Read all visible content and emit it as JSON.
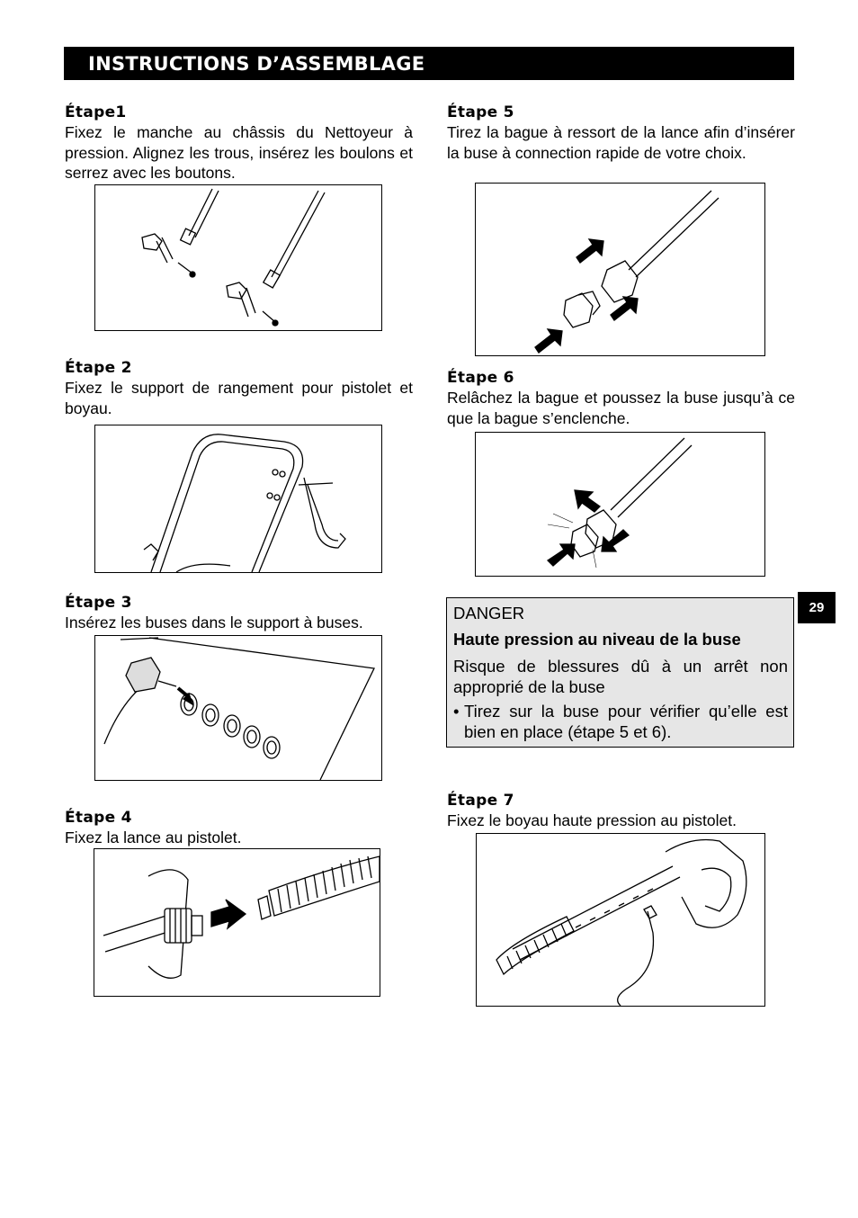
{
  "header": {
    "title": "INSTRUCTIONS D’ASSEMBLAGE"
  },
  "page_number": "29",
  "steps": [
    {
      "title": "Étape1",
      "text": "Fixez le manche au châssis du Nettoyeur à pression. Alignez les trous, insérez les boulons et serrez avec les boutons."
    },
    {
      "title": "Étape 2",
      "text": "Fixez le support de rangement pour pistolet et boyau."
    },
    {
      "title": "Étape 3",
      "text": "Insérez les buses dans le support à buses."
    },
    {
      "title": "Étape 4",
      "text": "Fixez la lance au pistolet."
    },
    {
      "title": "Étape 5",
      "text": "Tirez la bague à ressort de la lance afin d’insérer la buse à connection rapide de votre choix."
    },
    {
      "title": "Étape 6",
      "text": "Relâchez la bague et poussez la buse jusqu’à ce que la bague s’enclenche."
    },
    {
      "title": "Étape 7",
      "text": "Fixez le boyau haute pression au pistolet."
    }
  ],
  "danger": {
    "title": "DANGER",
    "subtitle": "Haute pression au niveau de la buse",
    "risk": "Risque de blessures dû à un arrêt non approprié de la buse",
    "bullet_mark": "•",
    "bullet": "Tirez sur la buse pour vérifier qu’elle est bien en place (étape 5 et 6)."
  }
}
